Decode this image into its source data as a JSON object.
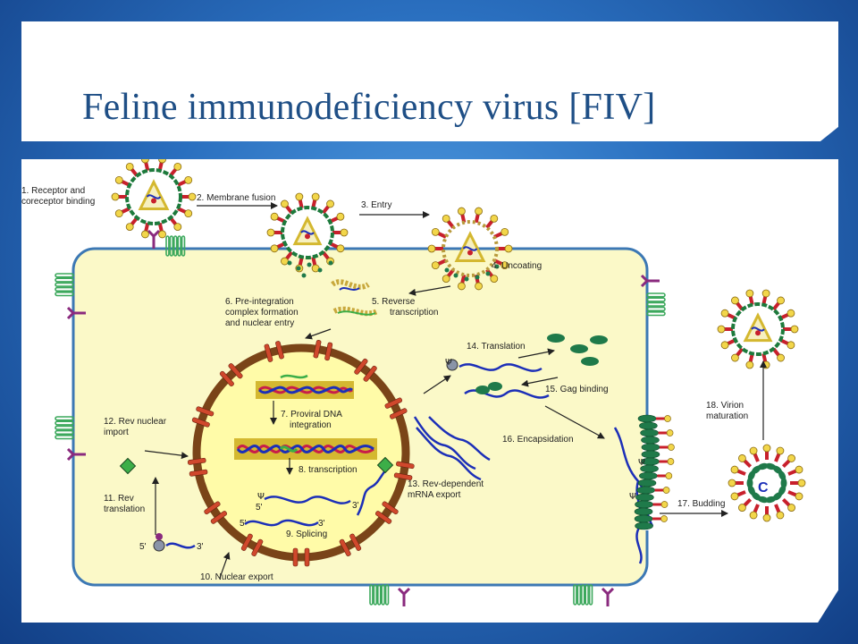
{
  "slide": {
    "title": "Feline immunodeficiency virus [FIV]"
  },
  "colors": {
    "background_blue": "#2a6fbf",
    "title_text": "#1f4f86",
    "cell_fill": "#fbf9c8",
    "cell_border": "#3c78b4",
    "nucleus_border": "#7a4418",
    "nucleus_fill": "#fffba8",
    "virion_capsid": "#1d7a3c",
    "virion_spike": "#c8202c",
    "virion_tip": "#f2d64a",
    "rna": "#1c2fb8",
    "gag_protein": "#1f7a4a",
    "rev_protein": "#3cae48",
    "receptor": "#8a2a7e",
    "coreceptor": "#3ca85c",
    "nuclear_pore": "#d0482c"
  },
  "diagram": {
    "labels": {
      "step1_line1": "1. Receptor and",
      "step1_line2": "coreceptor binding",
      "step2": "2. Membrane fusion",
      "step3": "3. Entry",
      "step4": "4. Uncoating",
      "step5_line1": "5.  Reverse",
      "step5_line2": "transcription",
      "step6_line1": "6. Pre-integration",
      "step6_line2": "complex formation",
      "step6_line3": "and nuclear entry",
      "step7_line1": "7. Proviral DNA",
      "step7_line2": "integration",
      "step8": "8. transcription",
      "step9": "9. Splicing",
      "step10": "10. Nuclear export",
      "step11_line1": "11.  Rev",
      "step11_line2": "translation",
      "step12_line1": "12. Rev nuclear",
      "step12_line2": "import",
      "step13_line1": "13. Rev-dependent",
      "step13_line2": "mRNA export",
      "step14": "14. Translation",
      "step15": "15. Gag binding",
      "step16": "16. Encapsidation",
      "step17": "17. Budding",
      "step18_line1": "18. Virion",
      "step18_line2": "maturation",
      "psi": "Ψ",
      "five_prime": "5'",
      "three_prime": "3'",
      "capsid_c": "C"
    }
  }
}
